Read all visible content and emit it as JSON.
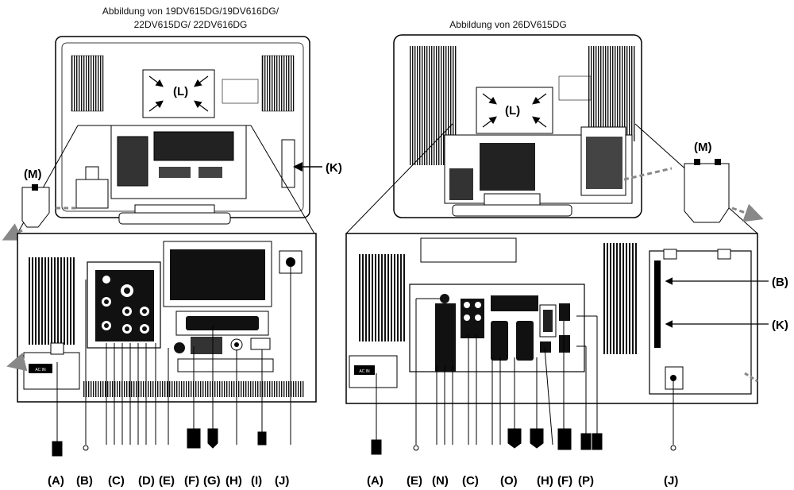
{
  "captions": {
    "left_line1": "Abbildung von 19DV615DG/19DV616DG/",
    "left_line2": "22DV615DG/ 22DV616DG",
    "right": "Abbildung von 26DV615DG"
  },
  "left_bottom_labels": [
    "(A)",
    "(B)",
    "(C)",
    "(D)",
    "(E)",
    "(F)",
    "(G)",
    "(H)",
    "(I)",
    "(J)"
  ],
  "right_bottom_labels": [
    "(A)",
    "(E)",
    "(N)",
    "(C)",
    "(O)",
    "(H)",
    "(F)",
    "(P)",
    "(J)"
  ],
  "callouts": {
    "left_L": "(L)",
    "left_K": "(K)",
    "left_M": "(M)",
    "right_L": "(L)",
    "right_M": "(M)",
    "right_B": "(B)",
    "right_K": "(K)"
  },
  "panel_text": {
    "ac_in_left": "AC IN",
    "ac_in_right": "AC IN"
  },
  "colors": {
    "outline": "#000000",
    "panel_dark": "#1a1a1a",
    "panel_mid": "#555555",
    "arrow_grey": "#888888"
  }
}
